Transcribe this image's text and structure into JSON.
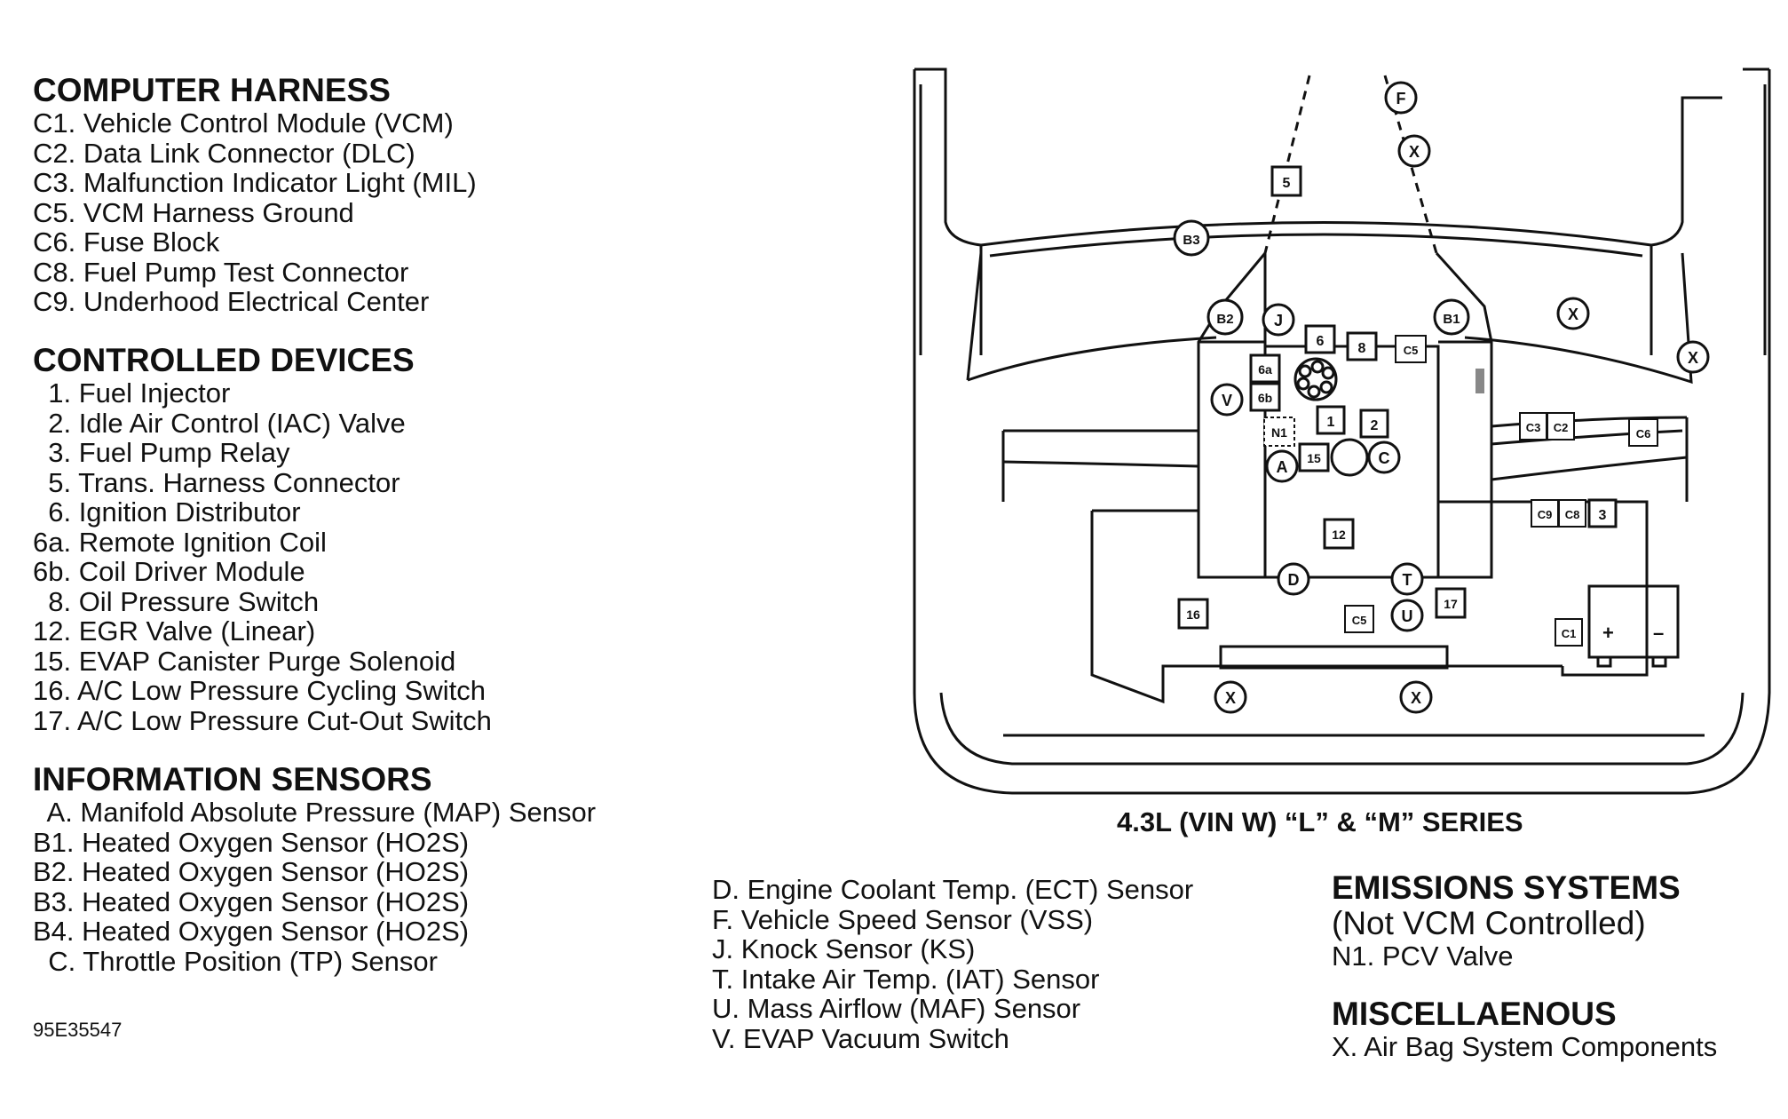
{
  "caption": "4.3L (VIN W) “L” & “M” SERIES",
  "figure_code": "95E35547",
  "computer_harness": {
    "heading": "COMPUTER HARNESS",
    "items": [
      "C1. Vehicle Control Module (VCM)",
      "C2. Data Link Connector (DLC)",
      "C3. Malfunction Indicator Light (MIL)",
      "C5. VCM Harness Ground",
      "C6. Fuse Block",
      "C8. Fuel Pump Test Connector",
      "C9. Underhood Electrical Center"
    ]
  },
  "controlled_devices": {
    "heading": "CONTROLLED DEVICES",
    "items": [
      "  1. Fuel Injector",
      "  2. Idle Air Control (IAC) Valve",
      "  3. Fuel Pump Relay",
      "  5. Trans. Harness Connector",
      "  6. Ignition Distributor",
      "6a. Remote Ignition Coil",
      "6b. Coil Driver Module",
      "  8. Oil Pressure Switch",
      "12. EGR Valve (Linear)",
      "15. EVAP Canister Purge Solenoid",
      "16. A/C Low Pressure Cycling Switch",
      "17. A/C Low Pressure Cut-Out Switch"
    ]
  },
  "information_sensors": {
    "heading": "INFORMATION SENSORS",
    "items": [
      "  A. Manifold Absolute Pressure (MAP) Sensor",
      "B1. Heated Oxygen Sensor (HO2S)",
      "B2. Heated Oxygen Sensor (HO2S)",
      "B3. Heated Oxygen Sensor (HO2S)",
      "B4. Heated Oxygen Sensor (HO2S)",
      "  C. Throttle Position (TP) Sensor"
    ],
    "items_continued": [
      "D. Engine Coolant Temp. (ECT) Sensor",
      "F. Vehicle Speed Sensor (VSS)",
      "J. Knock Sensor (KS)",
      "T. Intake Air Temp. (IAT) Sensor",
      "U. Mass Airflow (MAF) Sensor",
      "V. EVAP Vacuum Switch"
    ]
  },
  "emissions_systems": {
    "heading": "EMISSIONS SYSTEMS",
    "subheading": "(Not VCM Controlled)",
    "items": [
      "N1. PCV Valve"
    ]
  },
  "miscellaneous": {
    "heading": "MISCELLAENOUS",
    "items": [
      "X. Air Bag System Components"
    ]
  },
  "diagram_labels": {
    "circles": [
      "F",
      "X",
      "B3",
      "B2",
      "J",
      "B1",
      "X",
      "X",
      "V",
      "A",
      "C",
      "D",
      "T",
      "U",
      "X",
      "X"
    ],
    "squares": [
      "5",
      "6",
      "8",
      "C5",
      "6a",
      "6b",
      "N1",
      "1",
      "2",
      "15",
      "C3",
      "C2",
      "C6",
      "C9",
      "C8",
      "3",
      "12",
      "16",
      "C5",
      "17",
      "C1"
    ],
    "battery_plus": "+",
    "battery_minus": "–"
  }
}
